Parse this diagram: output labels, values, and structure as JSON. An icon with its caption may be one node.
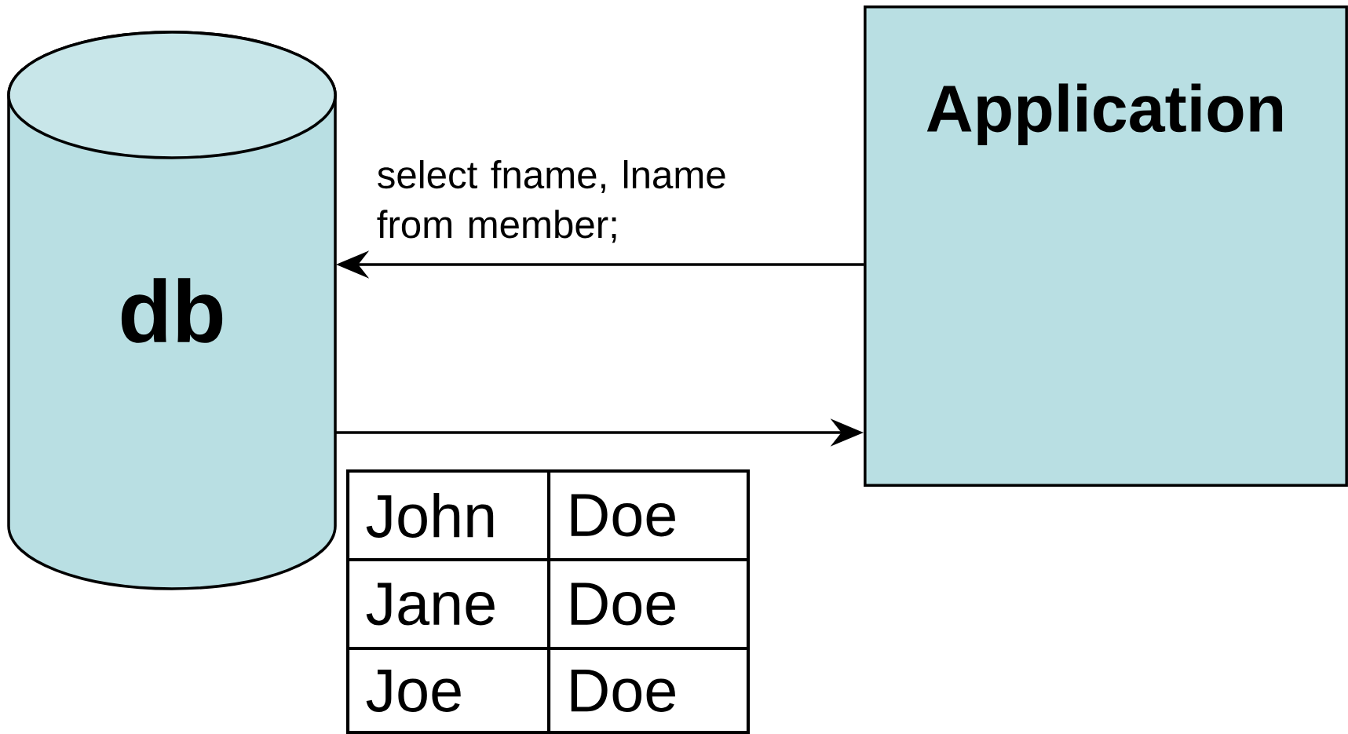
{
  "diagram": {
    "nodes": [
      {
        "text": [
          "db"
        ]
      },
      {
        "text": [
          "Application"
        ]
      }
    ],
    "edges": [
      {
        "from": 1,
        "to": 0,
        "arrow": "to",
        "label": "select fname, lname from member;"
      },
      {
        "from": 0,
        "to": 1,
        "arrow": "to"
      }
    ],
    "labels": [
      "John",
      "Doe",
      "Jane",
      "Doe",
      "Joe",
      "Doe"
    ]
  }
}
